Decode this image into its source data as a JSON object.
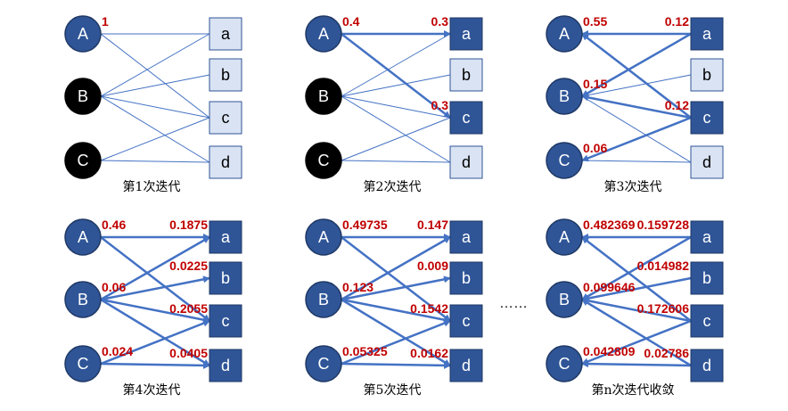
{
  "colors": {
    "node_fill": "#2f5597",
    "node_stroke": "#1f3864",
    "black_node": "#000000",
    "box_light": "#dae3f3",
    "box_border": "#2f5597",
    "edge": "#4472c4",
    "number": "#c00000"
  },
  "ellipsis": "……",
  "panels": [
    {
      "caption": "第1次迭代",
      "left": [
        {
          "label": "A",
          "style": "blue",
          "value": "1"
        },
        {
          "label": "B",
          "style": "black",
          "value": ""
        },
        {
          "label": "C",
          "style": "black",
          "value": ""
        }
      ],
      "right": [
        {
          "label": "a",
          "style": "light",
          "value": ""
        },
        {
          "label": "b",
          "style": "light",
          "value": ""
        },
        {
          "label": "c",
          "style": "light",
          "value": ""
        },
        {
          "label": "d",
          "style": "light",
          "value": ""
        }
      ],
      "edges": [
        {
          "from": "A",
          "to": "a",
          "style": "thin"
        },
        {
          "from": "A",
          "to": "c",
          "style": "thin"
        },
        {
          "from": "B",
          "to": "a",
          "style": "thin"
        },
        {
          "from": "B",
          "to": "b",
          "style": "thin"
        },
        {
          "from": "B",
          "to": "c",
          "style": "thin"
        },
        {
          "from": "B",
          "to": "d",
          "style": "thin"
        },
        {
          "from": "C",
          "to": "c",
          "style": "thin"
        },
        {
          "from": "C",
          "to": "d",
          "style": "thin"
        }
      ]
    },
    {
      "caption": "第2次迭代",
      "left": [
        {
          "label": "A",
          "style": "blue",
          "value": "0.4"
        },
        {
          "label": "B",
          "style": "black",
          "value": ""
        },
        {
          "label": "C",
          "style": "black",
          "value": ""
        }
      ],
      "right": [
        {
          "label": "a",
          "style": "dark",
          "value": "0.3"
        },
        {
          "label": "b",
          "style": "light",
          "value": ""
        },
        {
          "label": "c",
          "style": "dark",
          "value": "0.3"
        },
        {
          "label": "d",
          "style": "light",
          "value": ""
        }
      ],
      "edges": [
        {
          "from": "A",
          "to": "a",
          "style": "forward"
        },
        {
          "from": "A",
          "to": "c",
          "style": "forward"
        },
        {
          "from": "B",
          "to": "a",
          "style": "thin"
        },
        {
          "from": "B",
          "to": "b",
          "style": "thin"
        },
        {
          "from": "B",
          "to": "c",
          "style": "thin"
        },
        {
          "from": "B",
          "to": "d",
          "style": "thin"
        },
        {
          "from": "C",
          "to": "c",
          "style": "thin"
        },
        {
          "from": "C",
          "to": "d",
          "style": "thin"
        }
      ]
    },
    {
      "caption": "第3次迭代",
      "left": [
        {
          "label": "A",
          "style": "blue",
          "value": "0.55"
        },
        {
          "label": "B",
          "style": "blue",
          "value": "0.15"
        },
        {
          "label": "C",
          "style": "blue",
          "value": "0.06"
        }
      ],
      "right": [
        {
          "label": "a",
          "style": "dark",
          "value": "0.12"
        },
        {
          "label": "b",
          "style": "light",
          "value": ""
        },
        {
          "label": "c",
          "style": "dark",
          "value": "0.12"
        },
        {
          "label": "d",
          "style": "light",
          "value": ""
        }
      ],
      "edges": [
        {
          "from": "A",
          "to": "a",
          "style": "backward"
        },
        {
          "from": "A",
          "to": "c",
          "style": "backward"
        },
        {
          "from": "B",
          "to": "a",
          "style": "backward"
        },
        {
          "from": "B",
          "to": "b",
          "style": "thin"
        },
        {
          "from": "B",
          "to": "c",
          "style": "backward"
        },
        {
          "from": "B",
          "to": "d",
          "style": "thin"
        },
        {
          "from": "C",
          "to": "c",
          "style": "backward"
        },
        {
          "from": "C",
          "to": "d",
          "style": "thin"
        }
      ]
    },
    {
      "caption": "第4次迭代",
      "left": [
        {
          "label": "A",
          "style": "blue",
          "value": "0.46"
        },
        {
          "label": "B",
          "style": "blue",
          "value": "0.06"
        },
        {
          "label": "C",
          "style": "blue",
          "value": "0.024"
        }
      ],
      "right": [
        {
          "label": "a",
          "style": "dark",
          "value": "0.1875"
        },
        {
          "label": "b",
          "style": "dark",
          "value": "0.0225"
        },
        {
          "label": "c",
          "style": "dark",
          "value": "0.2055"
        },
        {
          "label": "d",
          "style": "dark",
          "value": "0.0405"
        }
      ],
      "edges": [
        {
          "from": "A",
          "to": "a",
          "style": "forward"
        },
        {
          "from": "A",
          "to": "c",
          "style": "forward"
        },
        {
          "from": "B",
          "to": "a",
          "style": "forward"
        },
        {
          "from": "B",
          "to": "b",
          "style": "forward"
        },
        {
          "from": "B",
          "to": "c",
          "style": "forward"
        },
        {
          "from": "B",
          "to": "d",
          "style": "forward"
        },
        {
          "from": "C",
          "to": "c",
          "style": "forward"
        },
        {
          "from": "C",
          "to": "d",
          "style": "forward"
        }
      ]
    },
    {
      "caption": "第5次迭代",
      "left": [
        {
          "label": "A",
          "style": "blue",
          "value": "0.49735"
        },
        {
          "label": "B",
          "style": "blue",
          "value": "0.123"
        },
        {
          "label": "C",
          "style": "blue",
          "value": "0.05325"
        }
      ],
      "right": [
        {
          "label": "a",
          "style": "dark",
          "value": "0.147"
        },
        {
          "label": "b",
          "style": "dark",
          "value": "0.009"
        },
        {
          "label": "c",
          "style": "dark",
          "value": "0.1542"
        },
        {
          "label": "d",
          "style": "dark",
          "value": "0.0162"
        }
      ],
      "edges": [
        {
          "from": "A",
          "to": "a",
          "style": "forward"
        },
        {
          "from": "A",
          "to": "c",
          "style": "forward"
        },
        {
          "from": "B",
          "to": "a",
          "style": "forward"
        },
        {
          "from": "B",
          "to": "b",
          "style": "forward"
        },
        {
          "from": "B",
          "to": "c",
          "style": "forward"
        },
        {
          "from": "B",
          "to": "d",
          "style": "forward"
        },
        {
          "from": "C",
          "to": "c",
          "style": "forward"
        },
        {
          "from": "C",
          "to": "d",
          "style": "forward"
        }
      ]
    },
    {
      "caption": "第n次迭代收敛",
      "left": [
        {
          "label": "A",
          "style": "blue",
          "value": "0.482369"
        },
        {
          "label": "B",
          "style": "blue",
          "value": "0.099646"
        },
        {
          "label": "C",
          "style": "blue",
          "value": "0.042809"
        }
      ],
      "right": [
        {
          "label": "a",
          "style": "dark",
          "value": "0.159728"
        },
        {
          "label": "b",
          "style": "dark",
          "value": "0.014982"
        },
        {
          "label": "c",
          "style": "dark",
          "value": "0.172606"
        },
        {
          "label": "d",
          "style": "dark",
          "value": "0.02786"
        }
      ],
      "edges": [
        {
          "from": "A",
          "to": "a",
          "style": "backward"
        },
        {
          "from": "A",
          "to": "c",
          "style": "backward"
        },
        {
          "from": "B",
          "to": "a",
          "style": "backward"
        },
        {
          "from": "B",
          "to": "b",
          "style": "backward"
        },
        {
          "from": "B",
          "to": "c",
          "style": "backward"
        },
        {
          "from": "B",
          "to": "d",
          "style": "backward"
        },
        {
          "from": "C",
          "to": "c",
          "style": "backward"
        },
        {
          "from": "C",
          "to": "d",
          "style": "backward"
        }
      ]
    }
  ]
}
